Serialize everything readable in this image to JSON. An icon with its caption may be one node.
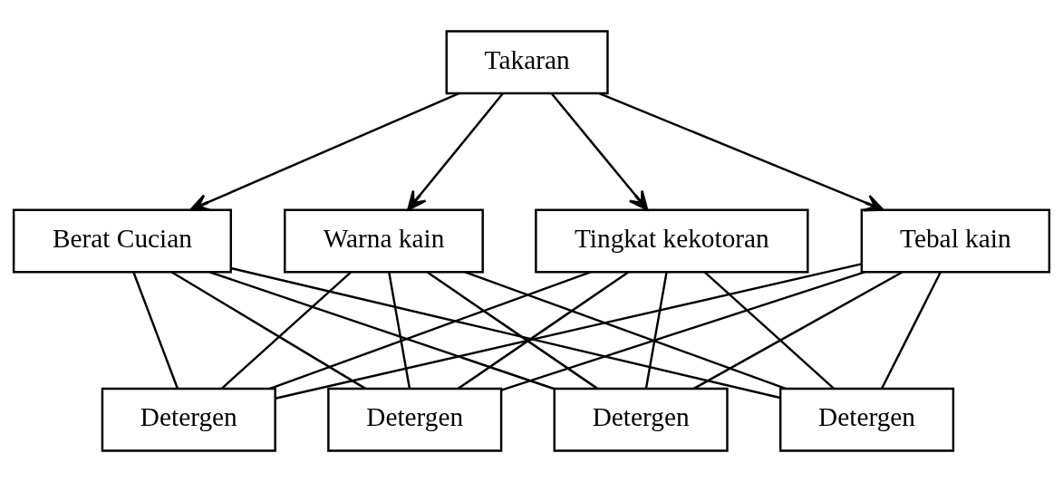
{
  "diagram": {
    "nodes": [
      {
        "text": [
          "Takaran"
        ]
      },
      {
        "text": [
          "Berat Cucian"
        ]
      },
      {
        "text": [
          "Warna kain"
        ]
      },
      {
        "text": [
          "Tingkat kekotoran"
        ]
      },
      {
        "text": [
          "Tebal kain"
        ]
      },
      {
        "text": [
          "Detergen"
        ]
      },
      {
        "text": [
          "Detergen"
        ]
      },
      {
        "text": [
          "Detergen"
        ]
      },
      {
        "text": [
          "Detergen"
        ]
      }
    ],
    "edges": [
      {
        "from": 0,
        "to": 1,
        "arrow": "to"
      },
      {
        "from": 0,
        "to": 2,
        "arrow": "to"
      },
      {
        "from": 0,
        "to": 3,
        "arrow": "to"
      },
      {
        "from": 0,
        "to": 4,
        "arrow": "to"
      },
      {
        "from": 1,
        "to": 5,
        "arrow": "none"
      },
      {
        "from": 1,
        "to": 6,
        "arrow": "none"
      },
      {
        "from": 1,
        "to": 7,
        "arrow": "none"
      },
      {
        "from": 1,
        "to": 8,
        "arrow": "none"
      },
      {
        "from": 2,
        "to": 5,
        "arrow": "none"
      },
      {
        "from": 2,
        "to": 6,
        "arrow": "none"
      },
      {
        "from": 2,
        "to": 7,
        "arrow": "none"
      },
      {
        "from": 2,
        "to": 8,
        "arrow": "none"
      },
      {
        "from": 3,
        "to": 5,
        "arrow": "none"
      },
      {
        "from": 3,
        "to": 6,
        "arrow": "none"
      },
      {
        "from": 3,
        "to": 7,
        "arrow": "none"
      },
      {
        "from": 3,
        "to": 8,
        "arrow": "none"
      },
      {
        "from": 4,
        "to": 5,
        "arrow": "none"
      },
      {
        "from": 4,
        "to": 6,
        "arrow": "none"
      },
      {
        "from": 4,
        "to": 7,
        "arrow": "none"
      },
      {
        "from": 4,
        "to": 8,
        "arrow": "none"
      }
    ]
  }
}
